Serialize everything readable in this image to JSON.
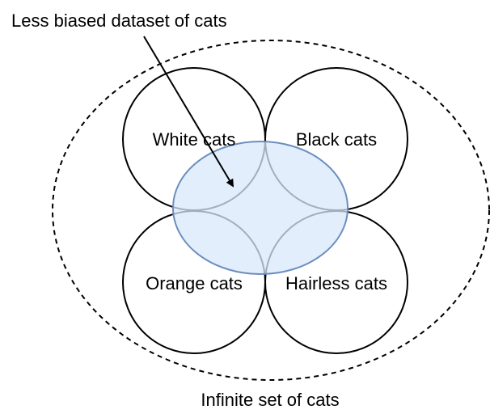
{
  "labels": {
    "top_annotation": "Less biased dataset of cats",
    "outer_set": "Infinite set of cats",
    "circle_top_left": "White cats",
    "circle_top_right": "Black cats",
    "circle_bottom_left": "Orange cats",
    "circle_bottom_right": "Hairless cats"
  },
  "colors": {
    "stroke": "#000000",
    "highlight_fill": "#dae8fc",
    "highlight_stroke": "#6c8ebf"
  }
}
